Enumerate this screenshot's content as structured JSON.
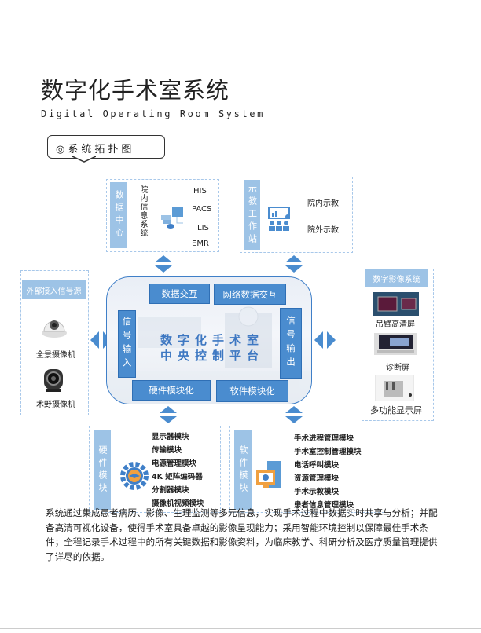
{
  "title": "数字化手术室系统",
  "subtitle": "Digital Operating Room System",
  "topology_label": "系统拓扑图",
  "data_center": {
    "label": "数据中心",
    "system": "院内信息系统",
    "items": [
      "HIS",
      "PACS",
      "LIS",
      "EMR"
    ]
  },
  "teaching": {
    "label": "示教工作站",
    "items": [
      "院内示教",
      "院外示教"
    ]
  },
  "external": {
    "label": "外部接入信号源",
    "cameras": [
      "全景摄像机",
      "术野摄像机"
    ]
  },
  "imaging": {
    "label": "数字影像系统",
    "screens": [
      "吊臂高清屏",
      "诊断屏",
      "多功能显示屏"
    ]
  },
  "platform": {
    "title_line1": "数字化手术室",
    "title_line2": "中央控制平台",
    "top": [
      "数据交互",
      "网络数据交互"
    ],
    "left": "信号输入",
    "right": "信号输出",
    "bottom": [
      "硬件模块化",
      "软件模块化"
    ]
  },
  "hardware": {
    "label": "硬件模块",
    "items": [
      "显示器模块",
      "传输模块",
      "电源管理模块",
      "4K 矩阵编码器",
      "分割器模块",
      "摄像机视频模块"
    ]
  },
  "software": {
    "label": "软件模块",
    "items": [
      "手术进程管理模块",
      "手术室控制管理模块",
      "电话呼叫模块",
      "资源管理模块",
      "手术示教模块",
      "患者信息管理模块"
    ]
  },
  "description": "系统通过集成患者病历、影像、生理监测等多元信息，实现手术过程中数据实时共享与分析；并配备高清可视化设备，使得手术室具备卓越的影像呈现能力；采用智能环境控制以保障最佳手术条件；全程记录手术过程中的所有关键数据和影像资料，为临床教学、科研分析及医疗质量管理提供了详尽的依据。",
  "colors": {
    "accent": "#4a8ccf",
    "light": "#9dc3e6",
    "border": "#3f7fc8"
  }
}
